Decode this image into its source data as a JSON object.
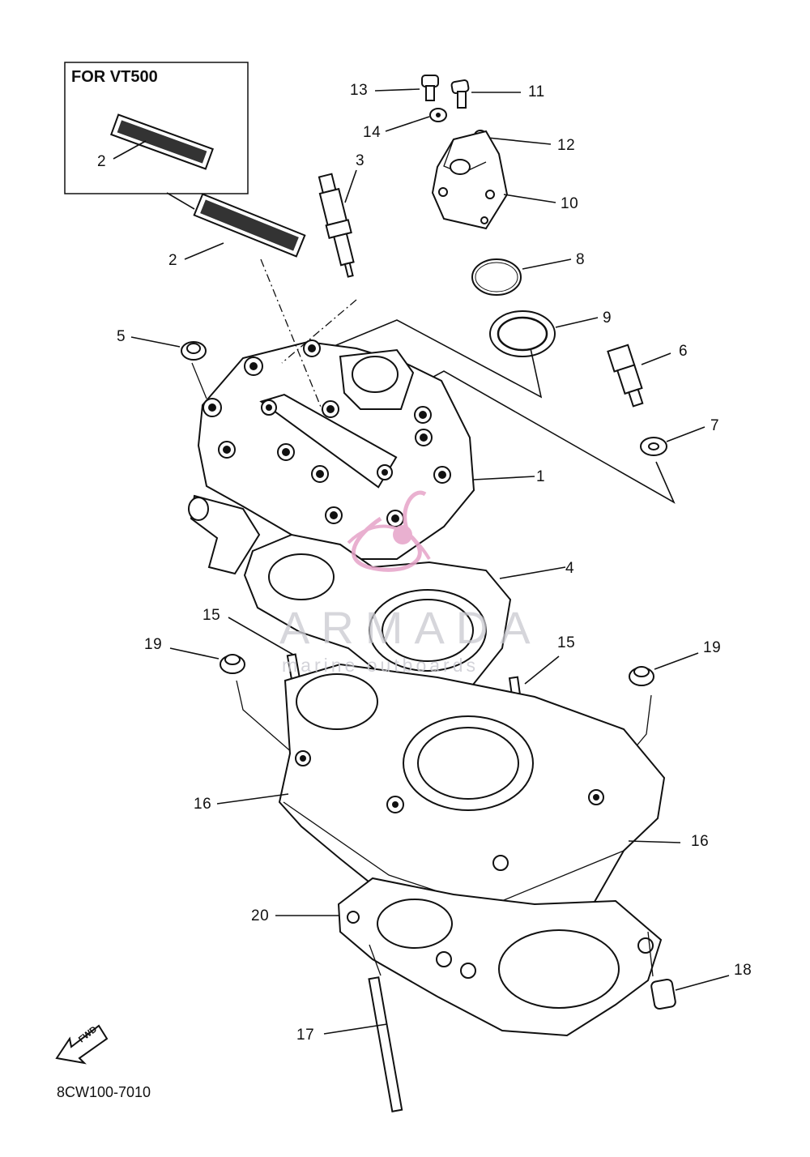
{
  "inset": {
    "title": "FOR VT500"
  },
  "diagram_code": "8CW100-7010",
  "watermark": {
    "title": "ARMADA",
    "subtitle": "marine outboards"
  },
  "fwd_arrow": {
    "text": "FWD"
  },
  "callouts": [
    {
      "id": "c2-inset",
      "label": "2"
    },
    {
      "id": "c2",
      "label": "2"
    },
    {
      "id": "c3",
      "label": "3"
    },
    {
      "id": "c13",
      "label": "13"
    },
    {
      "id": "c11",
      "label": "11"
    },
    {
      "id": "c14",
      "label": "14"
    },
    {
      "id": "c12",
      "label": "12"
    },
    {
      "id": "c10",
      "label": "10"
    },
    {
      "id": "c8",
      "label": "8"
    },
    {
      "id": "c9",
      "label": "9"
    },
    {
      "id": "c5",
      "label": "5"
    },
    {
      "id": "c6",
      "label": "6"
    },
    {
      "id": "c7",
      "label": "7"
    },
    {
      "id": "c1",
      "label": "1"
    },
    {
      "id": "c4",
      "label": "4"
    },
    {
      "id": "c15-left",
      "label": "15"
    },
    {
      "id": "c15-right",
      "label": "15"
    },
    {
      "id": "c19-left",
      "label": "19"
    },
    {
      "id": "c19-right",
      "label": "19"
    },
    {
      "id": "c16-left",
      "label": "16"
    },
    {
      "id": "c16-right",
      "label": "16"
    },
    {
      "id": "c20",
      "label": "20"
    },
    {
      "id": "c18",
      "label": "18"
    },
    {
      "id": "c17",
      "label": "17"
    }
  ],
  "colors": {
    "line": "#111111",
    "watermark": "#c9c9d0",
    "watermark_logo": "#e6a3c8"
  }
}
